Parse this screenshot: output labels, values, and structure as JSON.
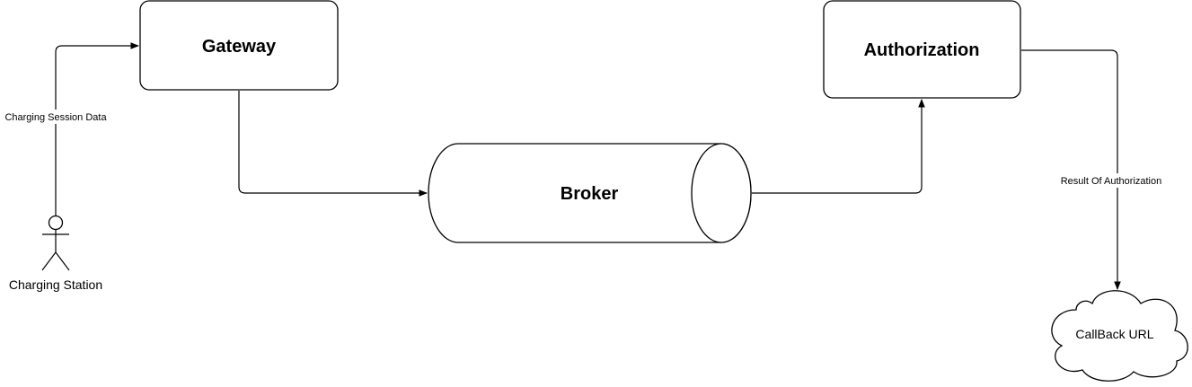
{
  "nodes": {
    "gateway": {
      "label": "Gateway"
    },
    "broker": {
      "label": "Broker"
    },
    "authorization": {
      "label": "Authorization"
    },
    "charging_station": {
      "label": "Charging Station"
    },
    "callback_url": {
      "label": "CallBack URL"
    }
  },
  "edges": {
    "station_to_gateway": {
      "label": "Charging Session Data"
    },
    "gateway_to_broker": {
      "label": ""
    },
    "broker_to_authorization": {
      "label": ""
    },
    "authorization_to_callback": {
      "label": "Result Of Authorization"
    }
  },
  "colors": {
    "stroke": "#000000",
    "fill": "#ffffff",
    "text": "#000000"
  }
}
